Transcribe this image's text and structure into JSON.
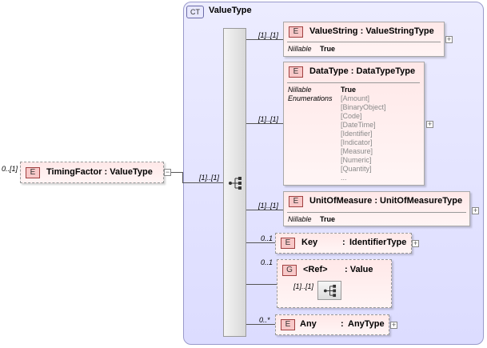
{
  "complex_type": {
    "badge": "CT",
    "name": "ValueType"
  },
  "root": {
    "badge": "E",
    "cardinality": "0..[1]",
    "name": "TimingFactor",
    "type": "ValueType",
    "seq_card": "[1]..[1]"
  },
  "children": {
    "value_string": {
      "badge": "E",
      "cardinality": "[1]..[1]",
      "name": "ValueString",
      "type": "ValueStringType",
      "prop_label": "Nillable",
      "prop_value": "True"
    },
    "data_type": {
      "badge": "E",
      "cardinality": "[1]..[1]",
      "name": "DataType",
      "type": "DataTypeType",
      "nillable_label": "Nillable",
      "nillable_value": "True",
      "enum_label": "Enumerations",
      "enumerations": [
        "[Amount]",
        "[BinaryObject]",
        "[Code]",
        "[DateTime]",
        "[Identifier]",
        "[Indicator]",
        "[Measure]",
        "[Numeric]",
        "[Quantity]",
        "..."
      ]
    },
    "unit_of_measure": {
      "badge": "E",
      "cardinality": "[1]..[1]",
      "name": "UnitOfMeasure",
      "type": "UnitOfMeasureType",
      "prop_label": "Nillable",
      "prop_value": "True"
    },
    "key": {
      "badge": "E",
      "cardinality": "0..1",
      "name": "Key",
      "type": "IdentifierType"
    },
    "ref_group": {
      "badge": "G",
      "cardinality": "0..1",
      "name": "<Ref>",
      "type": "Value",
      "inner_card": "[1]..[1]"
    },
    "any": {
      "badge": "E",
      "cardinality": "0..*",
      "name": "Any",
      "type": "AnyType"
    }
  },
  "sep": ":",
  "expand_symbol": "+",
  "collapse_symbol": "−"
}
